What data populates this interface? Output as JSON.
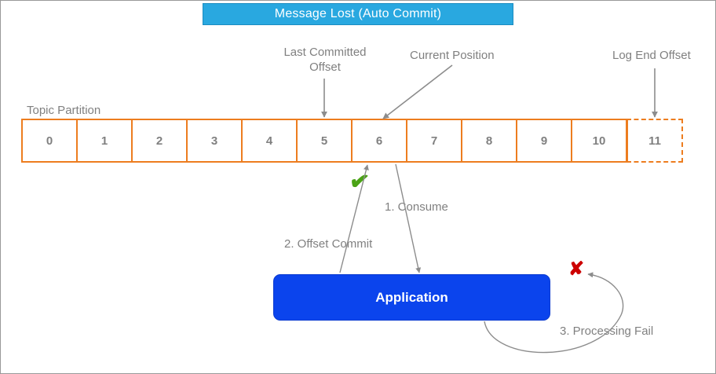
{
  "title": {
    "text": "Message Lost (Auto Commit)",
    "background_color": "#29a8e0",
    "text_color": "#ffffff"
  },
  "partition": {
    "label": "Topic Partition",
    "border_color": "#ed7d1f",
    "offsets": [
      {
        "value": "0",
        "style": "solid"
      },
      {
        "value": "1",
        "style": "solid"
      },
      {
        "value": "2",
        "style": "solid"
      },
      {
        "value": "3",
        "style": "solid"
      },
      {
        "value": "4",
        "style": "solid"
      },
      {
        "value": "5",
        "style": "solid"
      },
      {
        "value": "6",
        "style": "solid"
      },
      {
        "value": "7",
        "style": "solid"
      },
      {
        "value": "8",
        "style": "solid"
      },
      {
        "value": "9",
        "style": "solid"
      },
      {
        "value": "10",
        "style": "solid"
      },
      {
        "value": "11",
        "style": "dashed"
      }
    ]
  },
  "pointers": {
    "last_committed_offset": {
      "line1": "Last Committed",
      "line2": "Offset",
      "target_offset": "5"
    },
    "current_position": {
      "label": "Current Position",
      "target_offset": "6"
    },
    "log_end_offset": {
      "label": "Log End Offset",
      "target_offset": "11"
    }
  },
  "application": {
    "label": "Application",
    "color": "#0b44ed"
  },
  "flows": [
    {
      "id": "consume",
      "label": "1. Consume"
    },
    {
      "id": "offset-commit",
      "label": "2. Offset Commit"
    },
    {
      "id": "processing-fail",
      "label": "3. Processing Fail"
    }
  ],
  "status_marks": {
    "success": {
      "glyph": "✔",
      "color": "#4ba316"
    },
    "failure": {
      "glyph": "✘",
      "color": "#cc0000"
    }
  }
}
